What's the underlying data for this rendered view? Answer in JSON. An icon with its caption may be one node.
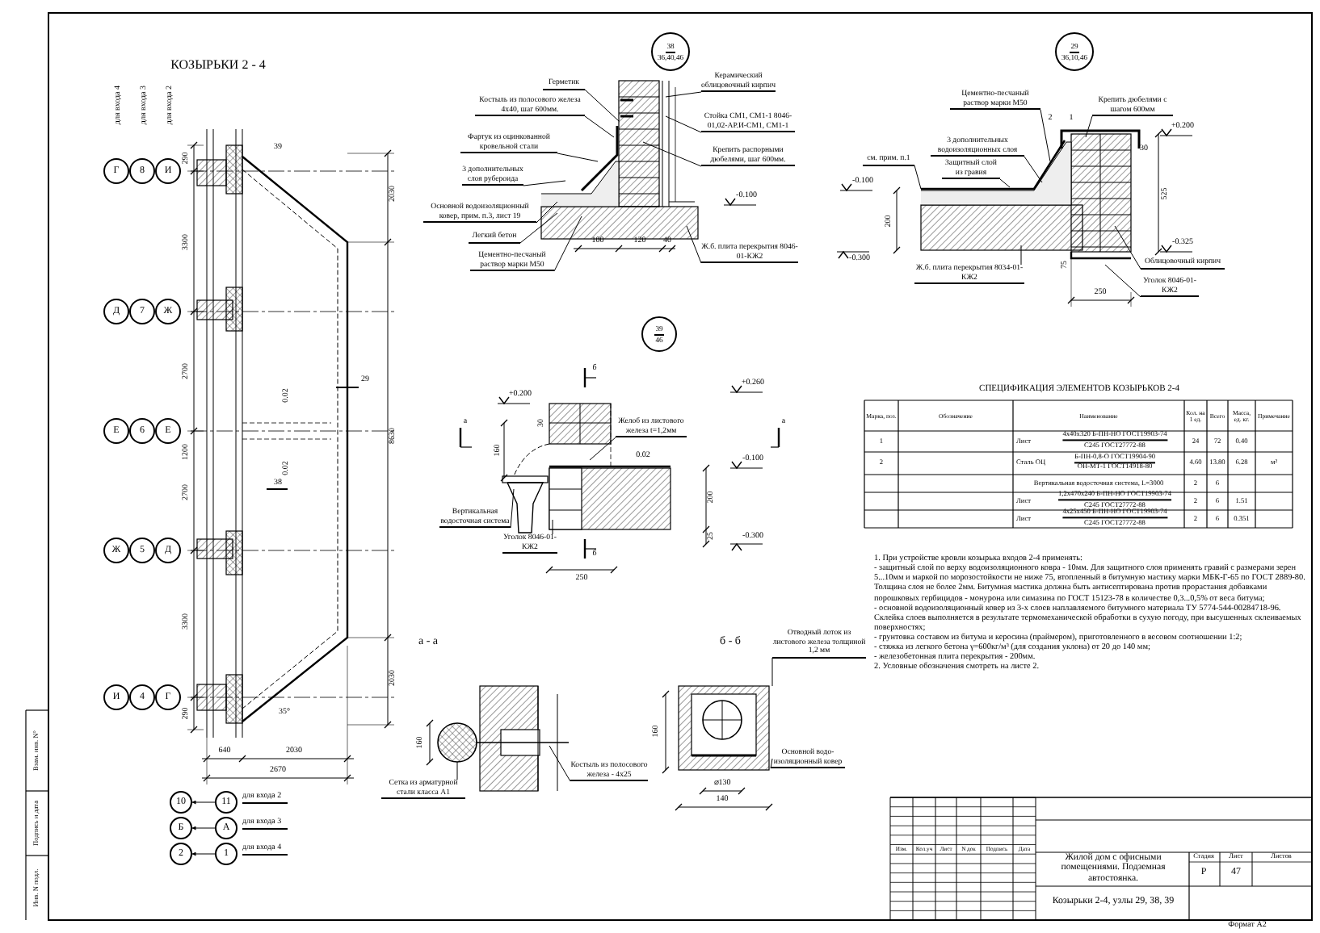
{
  "diagram": {
    "title": "КОЗЫРЬКИ 2 - 4",
    "nodes": [
      {
        "text": [
          "38",
          "36,40,46"
        ]
      },
      {
        "text": [
          "29",
          "36,10,46"
        ]
      },
      {
        "text": [
          "Герметик"
        ]
      },
      {
        "text": [
          "Костыль из полосового железа 4х40, шаг 600мм."
        ]
      },
      {
        "text": [
          "Фартук из оцинкованной кровельной стали"
        ]
      },
      {
        "text": [
          "3 дополнительных слоя рубероида"
        ]
      },
      {
        "text": [
          "Основной водоизоляционный ковер, прим. п.3, лист 19"
        ]
      },
      {
        "text": [
          "Легкий бетон"
        ]
      },
      {
        "text": [
          "Цементно-песчаный раствор марки М50"
        ]
      },
      {
        "text": [
          "Керамический облицовочный кирпич"
        ]
      },
      {
        "text": [
          "Стойка СМ1, СМ1-1 8046-01,02-АР.И-СМ1, СМ1-1"
        ]
      },
      {
        "text": [
          "Крепить распорными дюбелями, шаг 600мм."
        ]
      },
      {
        "text": [
          "Ж.б. плита перекрытия 8046-01-КЖ2"
        ]
      },
      {
        "text": [
          "Цементно-песчаный раствор марки М50"
        ]
      },
      {
        "text": [
          "Крепить дюбелями с шагом 600мм"
        ]
      },
      {
        "text": [
          "3 дополнительных водоизоляционных слоя"
        ]
      },
      {
        "text": [
          "см. прим. п.1"
        ]
      },
      {
        "text": [
          "Защитный слой из гравия"
        ]
      },
      {
        "text": [
          "Ж.б. плита перекрытия 8034-01-КЖ2"
        ]
      },
      {
        "text": [
          "Облицовочный кирпич"
        ]
      },
      {
        "text": [
          "Уголок 8046-01-КЖ2"
        ]
      },
      {
        "text": [
          "Г"
        ]
      },
      {
        "text": [
          "8"
        ]
      },
      {
        "text": [
          "И"
        ]
      },
      {
        "text": [
          "Д"
        ]
      },
      {
        "text": [
          "7"
        ]
      },
      {
        "text": [
          "Ж"
        ]
      },
      {
        "text": [
          "Е"
        ]
      },
      {
        "text": [
          "6"
        ]
      },
      {
        "text": [
          "Е"
        ]
      },
      {
        "text": [
          "Ж"
        ]
      },
      {
        "text": [
          "5"
        ]
      },
      {
        "text": [
          "Д"
        ]
      },
      {
        "text": [
          "И"
        ]
      },
      {
        "text": [
          "4"
        ]
      },
      {
        "text": [
          "Г"
        ]
      },
      {
        "text": [
          "39",
          "46"
        ]
      },
      {
        "text": [
          "Желоб из листового железа t=1,2мм"
        ]
      },
      {
        "text": [
          "Вертикальная водосточная система"
        ]
      },
      {
        "text": [
          "Уголок 8046-01-КЖ2"
        ]
      },
      {
        "text": [
          "Сетка из арматурной стали класса А1"
        ]
      },
      {
        "text": [
          "Костыль из полосового железа - 4х25"
        ]
      },
      {
        "text": [
          "Отводный лоток из листового железа толщиной 1,2 мм"
        ]
      },
      {
        "text": [
          "Основной водо-изоляционный ковер"
        ]
      },
      {
        "text": [
          "10"
        ]
      },
      {
        "text": [
          "11"
        ],
        "beside": [
          "для входа 2"
        ]
      },
      {
        "text": [
          "Б"
        ]
      },
      {
        "text": [
          "А"
        ],
        "beside": [
          "для входа 3"
        ]
      },
      {
        "text": [
          "2"
        ]
      },
      {
        "text": [
          "1"
        ],
        "beside": [
          "для входа 4"
        ]
      },
      {
        "text": [],
        "shape": "picture"
      }
    ],
    "edges": [
      {
        "from": 2,
        "to": null,
        "arrow": "none"
      },
      {
        "from": 3,
        "to": null,
        "arrow": "none"
      },
      {
        "from": 4,
        "to": null,
        "arrow": "none"
      },
      {
        "from": 5,
        "to": null,
        "arrow": "none"
      },
      {
        "from": 6,
        "to": null,
        "arrow": "none"
      },
      {
        "from": 7,
        "to": null,
        "arrow": "none"
      },
      {
        "from": 8,
        "to": null,
        "arrow": "none"
      },
      {
        "from": 9,
        "to": null,
        "arrow": "none"
      },
      {
        "from": 10,
        "to": null,
        "arrow": "none"
      },
      {
        "from": 11,
        "to": null,
        "arrow": "none"
      },
      {
        "from": 12,
        "to": null,
        "arrow": "none"
      },
      {
        "from": 13,
        "to": null,
        "arrow": "none"
      },
      {
        "from": 14,
        "to": null,
        "arrow": "none"
      },
      {
        "from": 15,
        "to": null,
        "arrow": "none"
      },
      {
        "from": 16,
        "to": null,
        "arrow": "none"
      },
      {
        "from": 17,
        "to": null,
        "arrow": "none"
      },
      {
        "from": 18,
        "to": null,
        "arrow": "none"
      },
      {
        "from": 19,
        "to": null,
        "arrow": "none"
      },
      {
        "from": 20,
        "to": null,
        "arrow": "none"
      },
      {
        "from": 37,
        "to": null,
        "arrow": "none"
      },
      {
        "from": 38,
        "to": null,
        "arrow": "none"
      },
      {
        "from": 39,
        "to": null,
        "arrow": "none"
      },
      {
        "from": 40,
        "to": null,
        "arrow": "none"
      },
      {
        "from": 41,
        "to": null,
        "arrow": "none"
      },
      {
        "from": 42,
        "to": 50,
        "arrow": "none"
      },
      {
        "from": 43,
        "to": 50,
        "arrow": "none"
      },
      {
        "from": 45,
        "to": 44,
        "arrow": "to"
      },
      {
        "from": 47,
        "to": 46,
        "arrow": "to"
      },
      {
        "from": 49,
        "to": 48,
        "arrow": "to"
      }
    ],
    "labels": [
      "для входа 4",
      "для входа 3",
      "для входа 2",
      "290",
      "3300",
      "2700",
      "1200",
      "2700",
      "3300",
      "290",
      "39",
      "2030",
      "29",
      "8630",
      "0.02",
      "0.02",
      "38",
      "2030",
      "35°",
      "640",
      "2030",
      "2670",
      "-0.100",
      "100",
      "120",
      "40",
      "2",
      "1",
      "+0.200",
      "30",
      "525",
      "-0.100",
      "200",
      "-0.300",
      "-0.325",
      "75",
      "250",
      "б",
      "+0.200",
      "+0.260",
      "30",
      "а",
      "160",
      "0.02",
      "-0.100",
      "а",
      "200",
      "25",
      "-0.300",
      "б",
      "250",
      "СПЕЦИФИКАЦИЯ ЭЛЕМЕНТОВ КОЗЫРЬКОВ 2-4",
      "Марка, поз.",
      "Обозначение",
      "Наименование",
      "Кол. на 1 ед.",
      "Всего",
      "Масса, ед. кг.",
      "Примечание",
      "1",
      "Лист",
      "4х40х320 Б-ПН-НО ГОСТ19903-74",
      "С245 ГОСТ27772-88",
      "24",
      "72",
      "0.40",
      "2",
      "Сталь ОЦ",
      "Б-ПН-0,8-О ГОСТ19904-90",
      "ОН-МТ-1 ГОСТ14918-80",
      "4.60",
      "13.80",
      "6.28",
      "м²",
      "Вертикальная водосточная система, L=3000",
      "2",
      "6",
      "Лист",
      "1,2х470х240 Б-ПН-НО ГОСТ19903-74",
      "С245 ГОСТ27772-88",
      "2",
      "6",
      "1.51",
      "Лист",
      "4х25х450 Б-ПН-НО ГОСТ19903-74",
      "С245 ГОСТ27772-88",
      "2",
      "6",
      "0.351",
      "а - а",
      "160",
      "б - б",
      "160",
      "⌀130",
      "140",
      "1. При устройстве кровли козырька входов 2-4 применять:",
      "- защитный слой по верху водоизоляционного ковра - 10мм. Для защитного слоя применять гравий с размерами зерен 5...10мм и маркой по морозостойкости не ниже 75, втопленный в битумную мастику марки МБК-Г-65 по ГОСТ 2889-80. Толщина слоя не более 2мм. Битумная мастика должна быть антисептирована против прорастания добавками порошковых гербицидов - монурона или симазина по ГОСТ 15123-78 в количестве 0,3...0,5% от веса битума;",
      "- основной водоизоляционный ковер из 3-х слоев наплавляемого битумного материала ТУ 5774-544-00284718-96. Склейка слоев выполняется в результате термомеханической обработки в сухую погоду, при высушенных склеиваемых поверхностях;",
      "- грунтовка составом из битума и керосина (праймером), приготовленного в весовом соотношении 1:2;",
      "- стяжка из легкого бетона γ=600кг/м³ (для создания уклона) от 20 до 140 мм;",
      "- железобетонная плита перекрытия - 200мм.",
      "2. Условные обозначения смотреть на листе 2.",
      "Изм.",
      "Кол.уч",
      "Лист",
      "N док",
      "Подпись",
      "Дата",
      "Жилой дом с офисными помещениями. Подземная автостоянка.",
      "Стадия",
      "Лист",
      "Листов",
      "Р",
      "47",
      "Козырьки 2-4, узлы 29, 38, 39",
      "Формат А2",
      "Взам. инв. N°",
      "Подпись и дата",
      "Инв. N подл."
    ]
  }
}
